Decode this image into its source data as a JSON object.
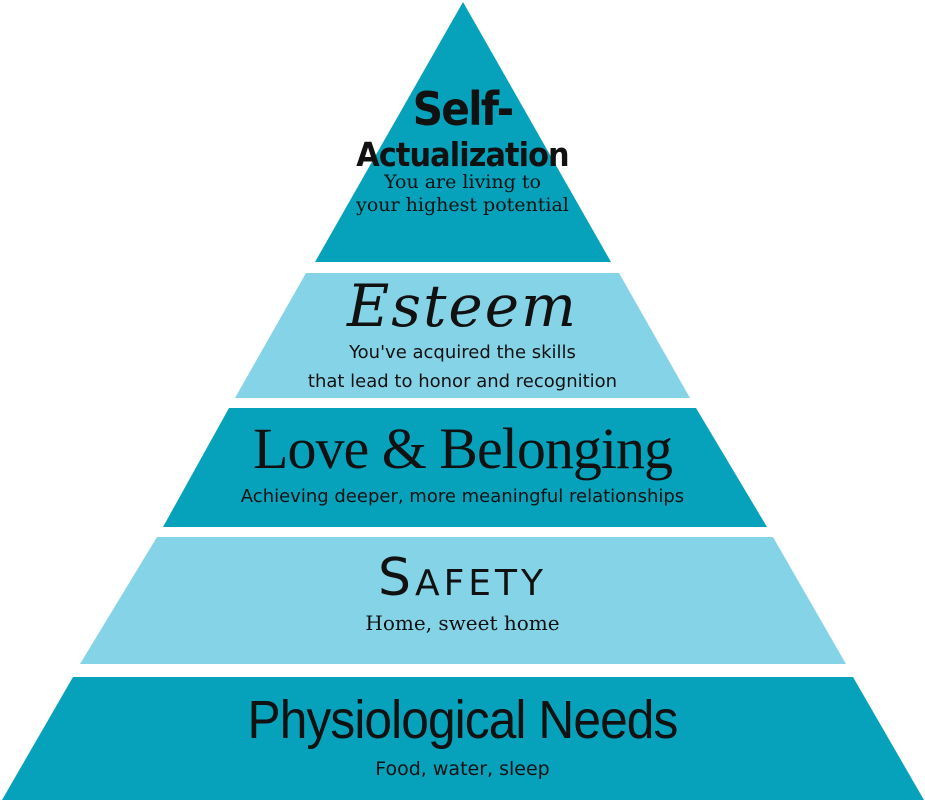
{
  "colors": {
    "dark_teal": "#06a2bb",
    "light_blue": "#85d3e6",
    "text": "#111111",
    "background": "#ffffff"
  },
  "levels": [
    {
      "title_line1": "Self-",
      "title_line2": "Actualization",
      "desc_line1": "You are living to",
      "desc_line2": "your highest potential",
      "color": "#06a2bb"
    },
    {
      "title": "Esteem",
      "desc_line1": "You've acquired the skills",
      "desc_line2": "that lead to honor and recognition",
      "color": "#85d3e6"
    },
    {
      "title": "Love & Belonging",
      "desc": "Achieving deeper, more meaningful relationships",
      "color": "#06a2bb"
    },
    {
      "title": "Safety",
      "desc": "Home, sweet home",
      "color": "#85d3e6"
    },
    {
      "title": "Physiological Needs",
      "desc": "Food, water, sleep",
      "color": "#06a2bb"
    }
  ]
}
